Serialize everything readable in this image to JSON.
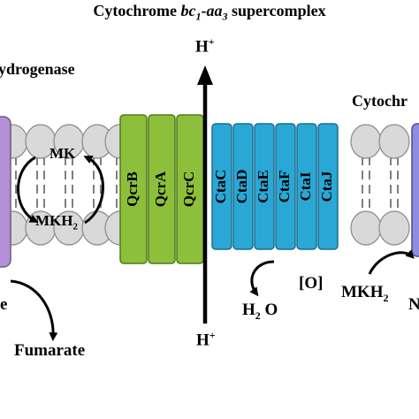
{
  "title": {
    "prefix": "Cytochrome ",
    "bc": "bc",
    "bc_sub": "1",
    "dash": "-",
    "aa": "aa",
    "aa_sub": "3",
    "suffix": " supercomplex"
  },
  "left_label": "ydrogenase",
  "right_label": "Cytochr",
  "proton_top": {
    "h": "H",
    "sup": "+"
  },
  "proton_bottom": {
    "h": "H",
    "sup": "+"
  },
  "qcr_subunits": [
    "QcrB",
    "QcrA",
    "QcrC"
  ],
  "cta_subunits": [
    "CtaC",
    "CtaD",
    "CtaE",
    "CtaF",
    "CtaI",
    "CtaJ"
  ],
  "mk": "MK",
  "mkh2_left": {
    "base": "MKH",
    "sub": "2"
  },
  "mkh2_right": {
    "base": "MKH",
    "sub": "2"
  },
  "o_label": "[O]",
  "water": {
    "h": "H",
    "sub": "2",
    "o": " O"
  },
  "left_bottom_fragment": "e",
  "right_bottom_fragment": "N",
  "fumarate": "Fumarate",
  "colors": {
    "qcr": "#8dbf3a",
    "cta": "#29a8d6",
    "membrane_head": "#d9d9d9",
    "left_protein": "#b58fd8",
    "right_protein": "#8c8ce0"
  }
}
